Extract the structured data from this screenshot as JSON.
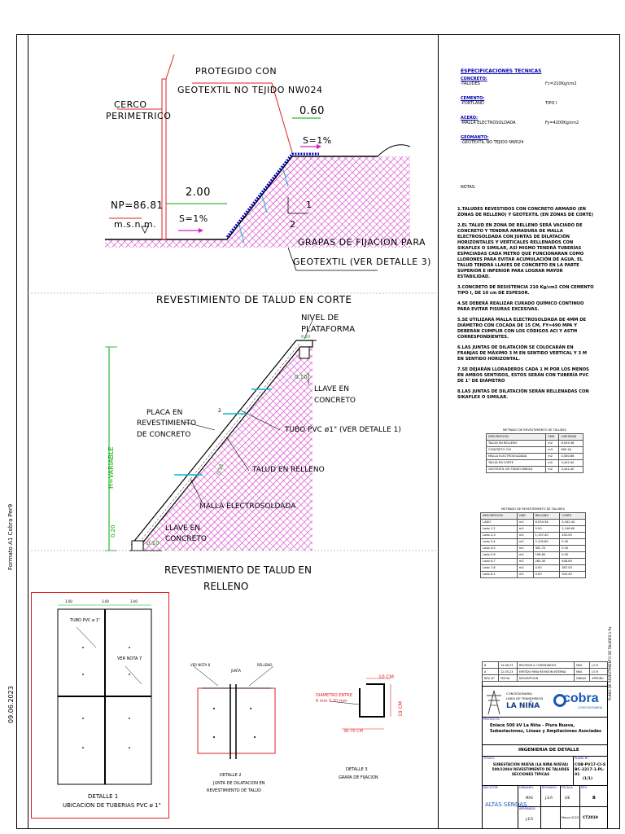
{
  "side_text": {
    "format": "Formato A1 Cobra Per9",
    "date": "09.06.2023",
    "right_vertical": "PLANO DE REVESTIMIENTO DE TALUDES-1-Pa"
  },
  "section1": {
    "title": "REVESTIMIENTO DE TALUD EN CORTE",
    "protected_label_1": "PROTEGIDO CON",
    "protected_label_2": "GEOTEXTIL NO TEJIDO NW024",
    "fence_label_1": "CERCO",
    "fence_label_2": "PERIMETRICO",
    "np_label": "NP=86.81",
    "msnm_label": "m.s.n.m.",
    "dim_200": "2.00",
    "dim_060": "0.60",
    "slope_left": "S=1%",
    "slope_right": "S=1%",
    "ratio_1": "1",
    "ratio_2": "2",
    "grapas_1": "GRAPAS DE FIJACION PARA",
    "grapas_2": "GEOTEXTIL (VER DETALLE 3)"
  },
  "section2": {
    "title_1": "REVESTIMIENTO DE TALUD EN",
    "title_2": "RELLENO",
    "nivel_1": "NIVEL DE",
    "nivel_2": "PLATAFORMA",
    "dim_020_top": "0.20",
    "dim_010_top": "0.10",
    "llave_top_1": "LLAVE EN",
    "llave_top_2": "CONCRETO",
    "placa_1": "PLACA EN",
    "placa_2": "REVESTIMIENTO",
    "placa_3": "DE CONCRETO",
    "tubo": "TUBO PVC  ø1\" (VER DETALLE 1)",
    "h_variable": "H=VARIABLE",
    "talud": "TALUD  EN RELLENO",
    "malla": "MALLA ELECTROSOLDADA",
    "dim_010_side": "0.10",
    "dim_020_bottom": "0.20",
    "dim_010_bottom": "0.10",
    "llave_bot_1": "LLAVE EN",
    "llave_bot_2": "CONCRETO",
    "marker_2": "2"
  },
  "detail1": {
    "caption_1": "DETALLE 1",
    "caption_2": "UBICACION DE TUBERIAS PVC ø 1\"",
    "tubo_label": "TUBO PVC ø 1\"",
    "nota_label": "VER NOTA 7",
    "dim_a": "3.00",
    "dim_b": "3.00",
    "dim_c": "3.00"
  },
  "detail2": {
    "caption_1": "DETALLE 2",
    "caption_2": "JUNTA DE DILATACION EN",
    "caption_3": "REVESTIMIENTO DE TALUD",
    "nota_label": "VER NOTA 8",
    "junta_label": "JUNTA",
    "relleno_label": "RELLENO"
  },
  "detail3": {
    "caption_1": "DETALLE 3",
    "caption_2": "GRAPA DE FIJACION",
    "diametro_1": "DIAMETRO ENTRE",
    "diametro_2": "6 mm Y 10 mm",
    "dim_10": "10 CM",
    "dim_19": "19 CM",
    "dim_30_70": "30-70 CM"
  },
  "specs": {
    "heading": "ESPECIFICACIONES TECNICAS",
    "groups": [
      {
        "name": "CONCRETO:",
        "item": "-TALUDES",
        "value": "f'c=210Kg/cm2"
      },
      {
        "name": "CEMENTO:",
        "item": "-PORTLAND",
        "value": "TIPO I"
      },
      {
        "name": "ACERO:",
        "item": "-MALLA ELECTROSOLDADA",
        "value": "Fy=4200Kg/cm2"
      },
      {
        "name": "GEOMANTO:",
        "item": "-GEOTEXTIL NO TEJIDO NW024",
        "value": ""
      }
    ]
  },
  "notes": {
    "heading": "NOTAS:",
    "items": [
      "1.TALUDES REVESTIDOS CON CONCRETO ARMADO (EN ZONAS DE RELLENO) Y GEOTEXTIL (EN ZONAS DE CORTE)",
      "2.EL TALUD EN ZONA DE RELLENO SERÁ VACIADO DE CONCRETO Y TENDRÁ ARMADURA DE MALLA ELECTROSOLDADA CON JUNTAS DE DILATACIÓN HORIZONTALES Y VERTICALES RELLENADOS CON SIKAFLEX O SIMILAR, ASÍ MISMO TENDRÁ TUBERÍAS ESPACIADAS CADA METRO QUE FUNCIONARAN COMO LLORONES PARA EVITAR ACUMULACIÓN DE AGUA. EL TALUD TENDRÁ LLAVES DE CONCRETO EN LA PARTE SUPERIOR E INFERIOR PARA LOGRAR MAYOR ESTABILIDAD.",
      "3.CONCRETO DE RESISTENCIA 210 Kg/cm2 CON CEMENTO TIPO I, DE 10 cm DE ESPESOR.",
      "4.SE DEBERÁ REALIZAR CURADO QUÍMICO CONTINUO PARA EVITAR FISURAS EXCESIVAS.",
      "5.SE UTILIZARÁ MALLA ELECTROSOLDADA DE 4MM DE DIÁMETRO CON COCADA DE 15 CM, FY=490 MPA Y DEBERÁN CUMPLIR CON LOS CÓDIGOS ACI Y ASTM CORRESPONDIENTES.",
      "6.LAS JUNTAS DE DILATACIÓN SE COLOCARÁN EN FRANJAS DE MÁXIMO 3 M EN SENTIDO VERTICAL Y 3 M EN SENTIDO HORIZONTAL.",
      "7.SE DEJARÁN LLORADEROS CADA 1 M POR LOS MENOS EN AMBOS SENTIDOS, ESTOS SERÁN CON TUBERÍA PVC DE 1\" DE DIÁMETRO",
      "8.LAS JUNTAS DE DILATACIÓN SERÁN RELLENADAS CON SIKAFLEX O SIMILAR."
    ]
  },
  "table1": {
    "title": "METRADO DE REVESTIMIENTO DE TALUDES",
    "headers": [
      "DESCRIPCION",
      "UND",
      "CANTIDAD"
    ],
    "rows": [
      [
        "TALUD EN RELLENO",
        "m2",
        "6,054.36"
      ],
      [
        "CONCRETO 210",
        "m3",
        "605.44"
      ],
      [
        "MALLA ELECTROSOLDADA",
        "m2",
        "4,580.86"
      ],
      [
        "TALUD EN CORTE",
        "m2",
        "3,442.40"
      ],
      [
        "GEOTEXTIL NO TEJIDO NW024",
        "m2",
        "3,442.40"
      ]
    ]
  },
  "table2": {
    "title": "METRADO DE REVESTIMIENTO DE TALUDES",
    "headers": [
      "DESCRIPCION",
      "UND",
      "RELLENO",
      "CORTE"
    ],
    "rows": [
      [
        "LADO",
        "m2",
        "6,054.36",
        "3,442.40"
      ],
      [
        "Lado 1-2",
        "m2",
        "0.00",
        "2,146.60"
      ],
      [
        "Lado 2-3",
        "m2",
        "1,107.40",
        "200.00"
      ],
      [
        "Lado 3-4",
        "m2",
        "2,105.80",
        "0.00"
      ],
      [
        "Lado 4-5",
        "m2",
        "402.70",
        "0.00"
      ],
      [
        "Lado 5-6",
        "m2",
        "196.80",
        "0.00"
      ],
      [
        "Lado 6-7",
        "m2",
        "284.40",
        "408.60"
      ],
      [
        "Lado 7-8",
        "m2",
        "0.00",
        "387.00"
      ],
      [
        "Lado 8-1",
        "m2",
        "0.00",
        "300.40"
      ]
    ]
  },
  "revisions": {
    "rows": [
      [
        "B",
        "14-06-23",
        "REVISION A COMENTARIOS",
        "MAS",
        "J.E.R"
      ],
      [
        "A",
        "12-05-23",
        "EMITIDO PARA REVISION INTERNA",
        "MAS",
        "J.E.R"
      ],
      [
        "REV. N°",
        "FECHA",
        "DESCRIPCION",
        "DIBUJO",
        "APROBO"
      ]
    ]
  },
  "titleblock": {
    "company_small_1": "CONCESIONARIA",
    "company_small_2": "LINEA DE TRANSMISION",
    "company_main": "LA NIÑA",
    "cobra": "cobra",
    "cobra_sub": "CONCESIONARIA",
    "project_label": "PROYECTO:",
    "project": "Enlace 500 kV La Niña - Piura Nueva, Subestaciones, Líneas y Ampliaciones Asociadas",
    "discipline": "INGENIERIA DE DETALLE",
    "title_label": "TITULO:",
    "title": "SUBESTACION NUEVA (LA NIÑA NUEVA) 500/220kV REVESTIMIENTO DE TALUDES SECCIONES TIPICAS",
    "plan_label": "PLANO N°:",
    "plan_number": "COB-PV17-CI-SBC-3217-1-PL-01",
    "sheet": "(1/1)",
    "exec_label": "EJECUTOR:",
    "executor": "ALTAS SENDAS",
    "drawn_label": "DIBUJADO:",
    "checked_label": "REVISADO:",
    "approved_label": "APROBADO:",
    "scale_label": "ESCALA:",
    "scale": "S/E",
    "rev_label": "REV:",
    "rev": "B",
    "date_val": "Marzo 2023",
    "code": "CT2019",
    "drawn": "MAS",
    "checked": "J.E.R",
    "approved": "J.E.R"
  }
}
